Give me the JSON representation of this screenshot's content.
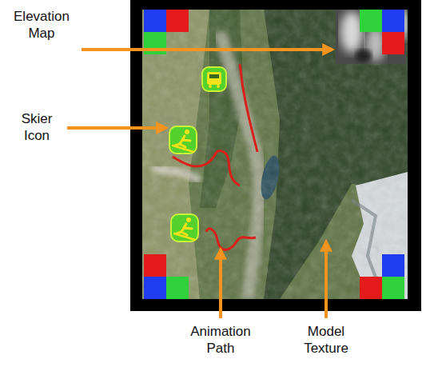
{
  "diagram": {
    "labels": [
      "Elevation Map",
      "Skier Icon",
      "Animation Path",
      "Model Texture"
    ]
  }
}
